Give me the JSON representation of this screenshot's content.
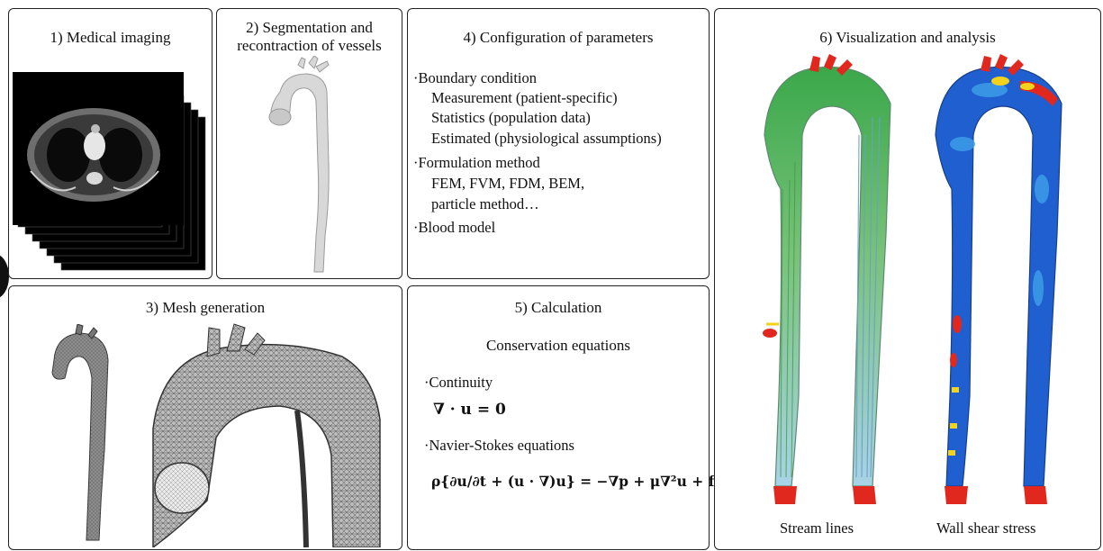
{
  "panels": {
    "p1": {
      "title": "1) Medical imaging"
    },
    "p2": {
      "title_line1": "2) Segmentation and",
      "title_line2": "recontraction of vessels"
    },
    "p3": {
      "title": "3) Mesh generation"
    },
    "p4": {
      "title": "4) Configuration of parameters",
      "lines": [
        "·Boundary condition",
        "Measurement (patient-specific)",
        "Statistics (population data)",
        "Estimated (physiological assumptions)",
        "·Formulation method",
        "FEM, FVM, FDM, BEM,",
        "particle method…",
        "·Blood model"
      ]
    },
    "p5": {
      "title": "5) Calculation",
      "subtitle": "Conservation equations",
      "continuity_label": "·Continuity",
      "continuity_eq": "∇ · u = 0",
      "ns_label": "·Navier-Stokes equations",
      "ns_eq": "ρ{∂u/∂t + (u · ∇)u} = −∇p + μ∇²u + f"
    },
    "p6": {
      "title": "6) Visualization and analysis",
      "caption_left": "Stream lines",
      "caption_right": "Wall shear stress"
    }
  },
  "colors": {
    "border": "#222222",
    "ct_background": "#000000",
    "vessel_gray": "#cfcfcf",
    "mesh_gray": "#8a8a8a",
    "stream_green": "#3aa84a",
    "stream_blue": "#7fb6d8",
    "wss_blue": "#1f5fd0",
    "hot_red": "#e0281e",
    "hot_yellow": "#f2d21b"
  }
}
